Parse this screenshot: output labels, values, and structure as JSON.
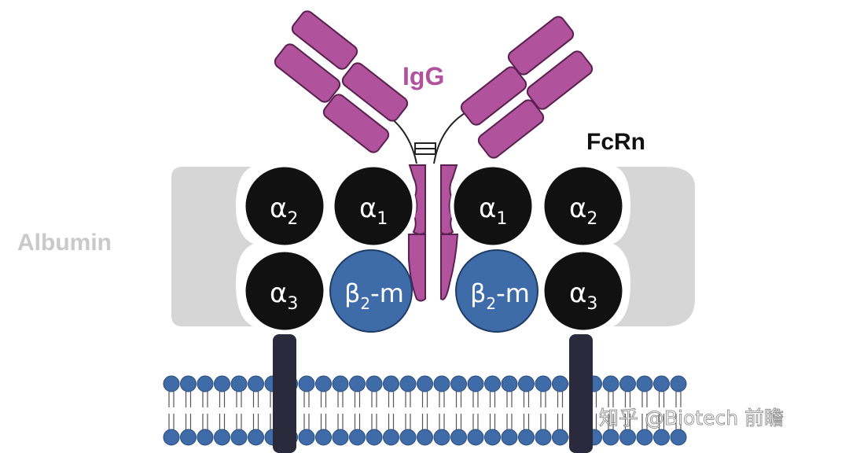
{
  "labels": {
    "igg": "IgG",
    "fcrn": "FcRn",
    "albumin": "Albumin"
  },
  "domains": {
    "alpha1": "α",
    "alpha1_sub": "1",
    "alpha2": "α",
    "alpha2_sub": "2",
    "alpha3": "α",
    "alpha3_sub": "3",
    "beta": "β",
    "beta_sub": "2",
    "beta_suffix": "-m"
  },
  "watermark": "知乎 @Biotech 前瞻",
  "colors": {
    "igg": "#b0529c",
    "igg_stroke": "#5a2050",
    "alpha_domain": "#111111",
    "beta_domain": "#3f6ca8",
    "albumin": "#d6d6d6",
    "membrane_head": "#3f6ca8",
    "tail": "#2a2a3c"
  }
}
